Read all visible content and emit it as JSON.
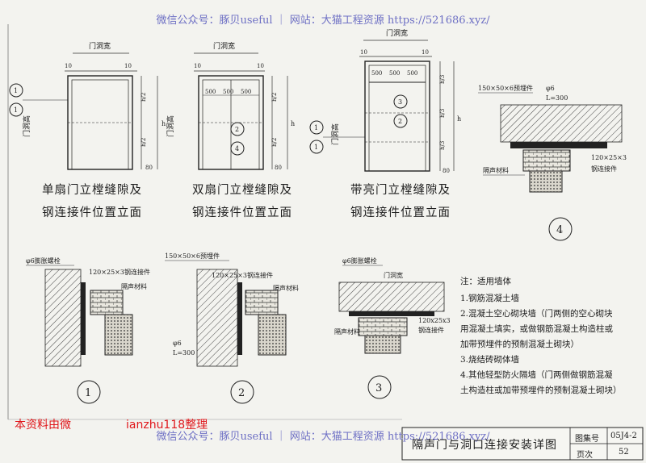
{
  "watermark": "微信公众号：豚贝useful ｜ 网站：大猫工程资源 https://521686.xyz/",
  "elevations": {
    "single": {
      "caption_line1": "单扇门立樘缝隙及",
      "caption_line2": "钢连接件位置立面",
      "width_label": "门洞宽",
      "height_label": "门洞高",
      "edge": "10",
      "half": "h/2",
      "h": "h",
      "bottom": "80",
      "section_a": "1",
      "section_b": "1"
    },
    "double": {
      "caption_line1": "双扇门立樘缝隙及",
      "caption_line2": "钢连接件位置立面",
      "width_label": "门洞宽",
      "height_label": "门洞高",
      "edge": "10",
      "half": "h/2",
      "h": "h",
      "bottom": "80",
      "dims": [
        "500",
        "500",
        "500"
      ],
      "section_a": "2",
      "section_b": "4"
    },
    "transom": {
      "caption_line1": "带亮门立樘缝隙及",
      "caption_line2": "钢连接件位置立面",
      "width_label": "门洞宽",
      "height_label": "门洞高",
      "edge": "10",
      "third": "h/3",
      "h": "h",
      "bottom": "80",
      "dims": [
        "500",
        "500",
        "500"
      ],
      "section_a": "1",
      "section_b": "1",
      "section_c": "3",
      "section_d": "2"
    }
  },
  "details": {
    "d1": {
      "number": "1",
      "bolt": "φ6膨胀螺栓",
      "plate": "120×25×3钢连接件",
      "insulation": "隔声材料"
    },
    "d2": {
      "number": "2",
      "embed": "150×50×6预埋件",
      "plate": "120×25×3钢连接件",
      "insulation": "隔声材料",
      "rebar": "φ6",
      "length": "L=300"
    },
    "d3": {
      "number": "3",
      "width_label": "门洞宽",
      "bolt": "φ6膨胀螺栓",
      "plate": "120x25x3",
      "plate2": "钢连接件",
      "insulation": "隔声材料"
    },
    "d4": {
      "number": "4",
      "embed": "150×50×6预埋件",
      "rebar": "φ6",
      "length": "L=300",
      "plate": "120×25×3",
      "plate2": "钢连接件",
      "insulation": "隔声材料"
    }
  },
  "notes": {
    "title": "注：适用墙体",
    "items": [
      "1.钢筋混凝土墙",
      "2.混凝土空心砌块墙（门两侧的空心砌块",
      "用混凝土填实，或做钢筋混凝土构造柱或",
      "加带预埋件的预制混凝土砌块）",
      "3.烧结砖砌体墙",
      "4.其他轻型防火隔墙（门两侧做钢筋混凝",
      "土构造柱或加带预埋件的预制混凝土砌块）"
    ]
  },
  "credit": {
    "prefix": "本资料由微",
    "suffix": "ianzhu118整理"
  },
  "title_block": {
    "title": "隔声门与洞口连接安装详图",
    "atlas_label": "图集号",
    "atlas_no": "05J4-2",
    "page_label": "页次",
    "page_no": "52"
  }
}
